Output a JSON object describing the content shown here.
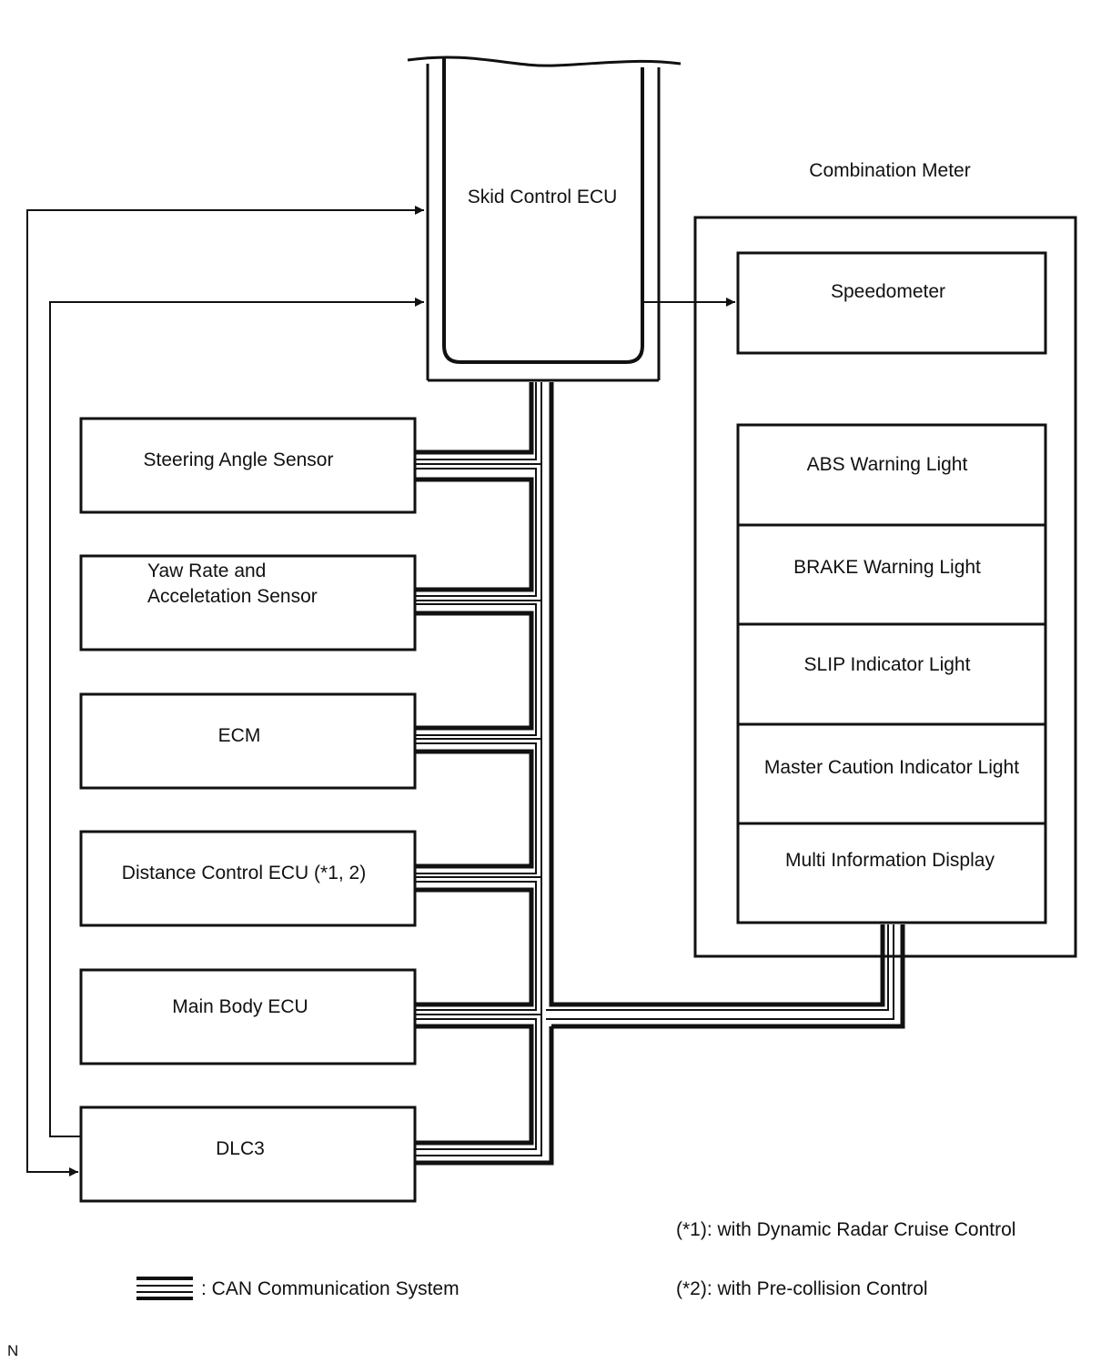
{
  "ecu": {
    "skid_control": "Skid Control ECU"
  },
  "combination_meter": {
    "title": "Combination Meter",
    "speedometer": "Speedometer",
    "lights": [
      "ABS Warning Light",
      "BRAKE Warning Light",
      "SLIP Indicator Light",
      "Master Caution Indicator Light",
      "Multi Information Display"
    ]
  },
  "left_modules": {
    "steering": "Steering Angle Sensor",
    "yaw_line1": "Yaw Rate and",
    "yaw_line2": "Acceletation Sensor",
    "ecm": "ECM",
    "distance": "Distance Control ECU (*1, 2)",
    "main_body": "Main Body ECU",
    "dlc3": "DLC3"
  },
  "legend": {
    "can": ": CAN Communication System"
  },
  "notes": {
    "n1": "(*1): with Dynamic Radar Cruise Control",
    "n2": "(*2): with Pre-collision Control"
  },
  "corner_mark": "N"
}
